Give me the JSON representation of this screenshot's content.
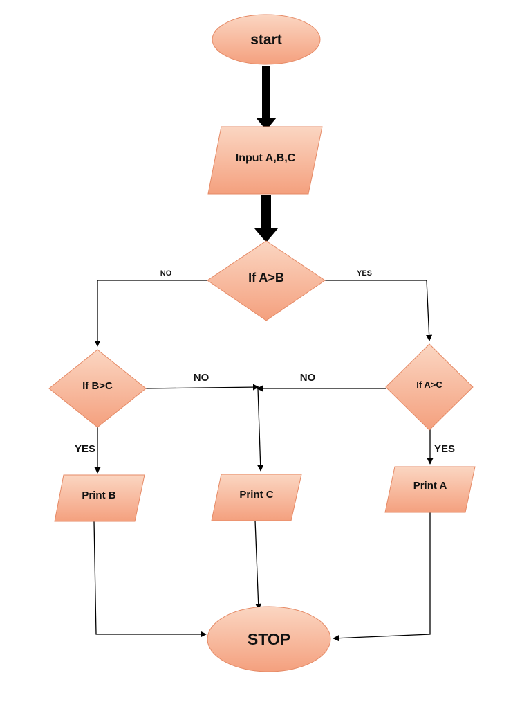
{
  "diagram": {
    "colors": {
      "fill_light": "#fbd6c2",
      "fill_dark": "#f4a07e",
      "stroke": "#e58a66",
      "edge": "#000000",
      "text": "#111111"
    },
    "nodes": {
      "start": "start",
      "input": "Input A,B,C",
      "cond_ab": "If A>B",
      "cond_bc": "If B>C",
      "cond_ac": "If A>C",
      "print_b": "Print B",
      "print_c": "Print C",
      "print_a": "Print A",
      "stop": "STOP"
    },
    "edge_labels": {
      "ab_no": "NO",
      "ab_yes": "YES",
      "bc_no": "NO",
      "ac_no": "NO",
      "bc_yes": "YES",
      "ac_yes": "YES"
    }
  }
}
